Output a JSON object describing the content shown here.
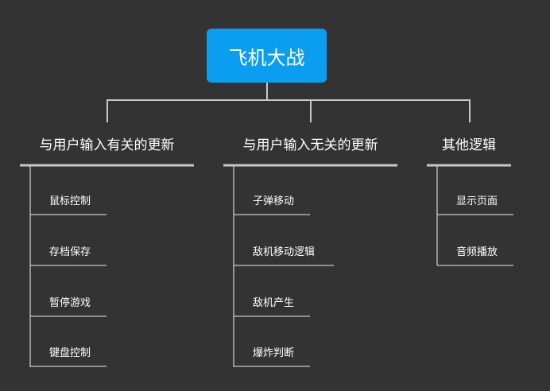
{
  "root": {
    "label": "飞机大战"
  },
  "branches": [
    {
      "label": "与用户输入有关的更新",
      "items": [
        "鼠标控制",
        "存档保存",
        "暂停游戏",
        "键盘控制"
      ]
    },
    {
      "label": "与用户输入无关的更新",
      "items": [
        "子弹移动",
        "敌机移动逻辑",
        "敌机产生",
        "爆炸判断"
      ]
    },
    {
      "label": "其他逻辑",
      "items": [
        "显示页面",
        "音频播放"
      ]
    }
  ],
  "colors": {
    "background": "#333333",
    "root_fill": "#0a9df0",
    "text": "#ffffff",
    "connector": "#c8c8c8"
  }
}
